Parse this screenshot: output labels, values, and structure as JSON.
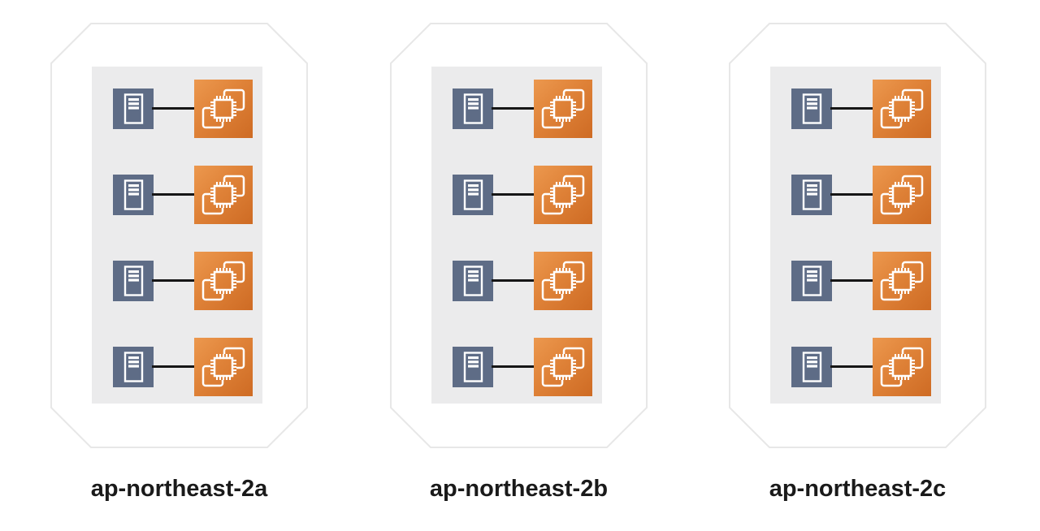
{
  "diagram": {
    "type": "aws-availability-zone-diagram",
    "zones": [
      {
        "label": "ap-northeast-2a",
        "instance_pairs": 4
      },
      {
        "label": "ap-northeast-2b",
        "instance_pairs": 4
      },
      {
        "label": "ap-northeast-2c",
        "instance_pairs": 4
      }
    ],
    "row_structure": {
      "left_icon": "server-icon",
      "connector": "horizontal-black-line",
      "right_icon": "ec2-instances-icon"
    },
    "colors": {
      "background": "#ffffff",
      "zone_border": "#e7e7e7",
      "panel_background": "#ebebec",
      "server_icon_fill": "#5e6c86",
      "ec2_gradient_start": "#ec984e",
      "ec2_gradient_end": "#ce6b24",
      "icon_glyph": "#ffffff",
      "connector_line": "#161616",
      "label_text": "#1a1a1a"
    }
  }
}
